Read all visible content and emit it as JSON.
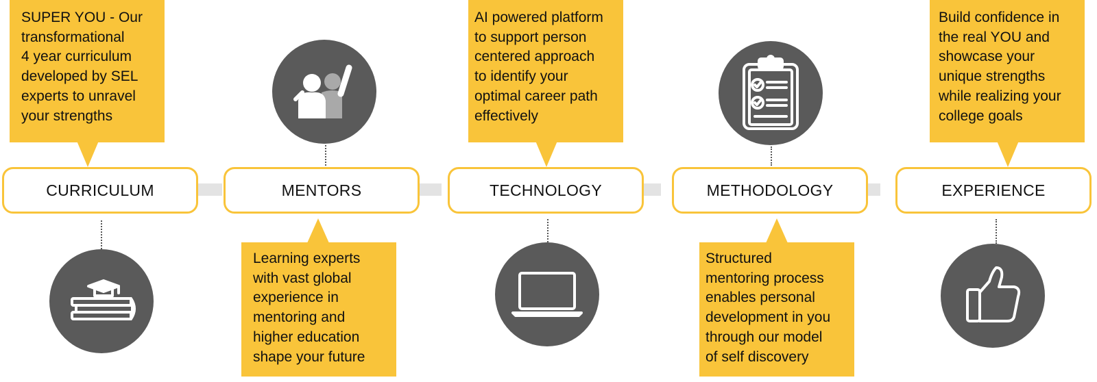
{
  "stages": [
    {
      "label": "CURRICULUM",
      "description": "SUPER YOU - Our\ntransformational\n4 year curriculum\ndeveloped by SEL\nexperts to unravel\nyour strengths",
      "icon": "book-graduation-cap-icon"
    },
    {
      "label": "MENTORS",
      "description": "Learning experts\nwith vast global\nexperience in\nmentoring and\nhigher education\nshape your future",
      "icon": "mentor-people-icon"
    },
    {
      "label": "TECHNOLOGY",
      "description": "AI powered platform\nto support person\ncentered approach\nto identify your\noptimal career path\neffectively",
      "icon": "laptop-icon"
    },
    {
      "label": "METHODOLOGY",
      "description": "Structured\nmentoring process\nenables personal\ndevelopment in you\nthrough our model\nof self discovery",
      "icon": "clipboard-checklist-icon"
    },
    {
      "label": "EXPERIENCE",
      "description": "Build confidence in\nthe real YOU and\nshowcase your\nunique strengths\nwhile realizing your\ncollege goals",
      "icon": "thumbs-up-icon"
    }
  ],
  "colors": {
    "accent": "#f9c43a",
    "icon_circle": "#5a5a5a",
    "connector": "#e3e3e3"
  }
}
